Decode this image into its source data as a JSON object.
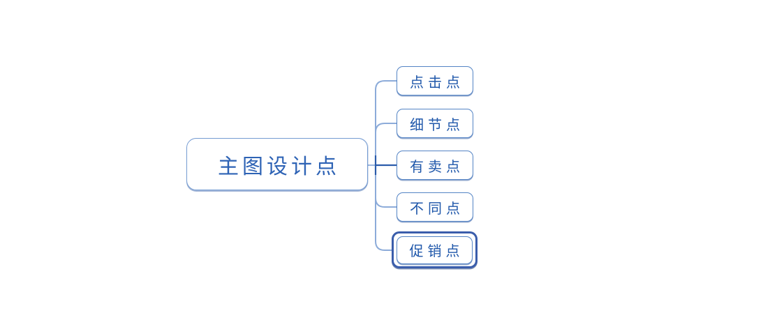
{
  "mindmap": {
    "type": "mind-map",
    "root": {
      "label": "主图设计点"
    },
    "children": [
      {
        "label": "点击点",
        "selected": false
      },
      {
        "label": "细节点",
        "selected": false
      },
      {
        "label": "有卖点",
        "selected": false
      },
      {
        "label": "不同点",
        "selected": false
      },
      {
        "label": "促销点",
        "selected": true
      }
    ],
    "colors": {
      "background": "#ffffff",
      "node_fill": "#ffffff",
      "root_border": "#749bd2",
      "child_border": "#5484c5",
      "root_text": "#2e63b5",
      "child_text": "#1f57aa",
      "connector_light": "#8cabd9",
      "connector_dark": "#2b5cab",
      "selection_border": "#3a5dab"
    }
  }
}
